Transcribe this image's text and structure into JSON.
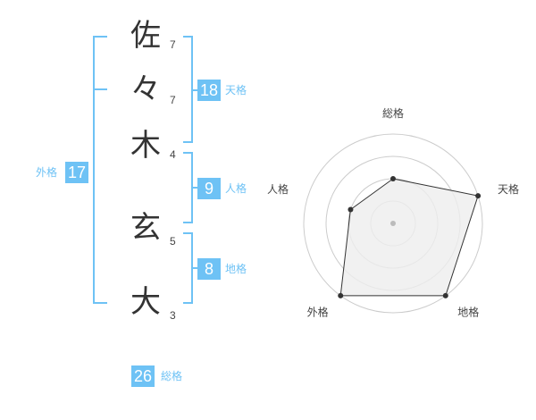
{
  "name": {
    "characters": [
      {
        "char": "佐",
        "strokes": "7"
      },
      {
        "char": "々",
        "strokes": "7"
      },
      {
        "char": "木",
        "strokes": "4"
      },
      {
        "char": "玄",
        "strokes": "5"
      },
      {
        "char": "大",
        "strokes": "3"
      }
    ]
  },
  "kaku": {
    "tenkaku": {
      "value": "18",
      "label": "天格"
    },
    "jinkaku": {
      "value": "9",
      "label": "人格"
    },
    "chikaku": {
      "value": "8",
      "label": "地格"
    },
    "gaikaku": {
      "value": "17",
      "label": "外格"
    },
    "soukaku": {
      "value": "26",
      "label": "総格"
    }
  },
  "radar": {
    "axes": [
      "総格",
      "天格",
      "地格",
      "外格",
      "人格"
    ],
    "levels": 4,
    "scores": [
      0.5,
      1.0,
      1.0,
      1.0,
      0.5
    ],
    "colors": {
      "ring": "#cccccc",
      "fill": "#eeeeee",
      "stroke": "#333333",
      "point": "#333333",
      "center": "#bbbbbb"
    }
  },
  "colors": {
    "accent": "#6ec2f5",
    "text": "#333333"
  }
}
